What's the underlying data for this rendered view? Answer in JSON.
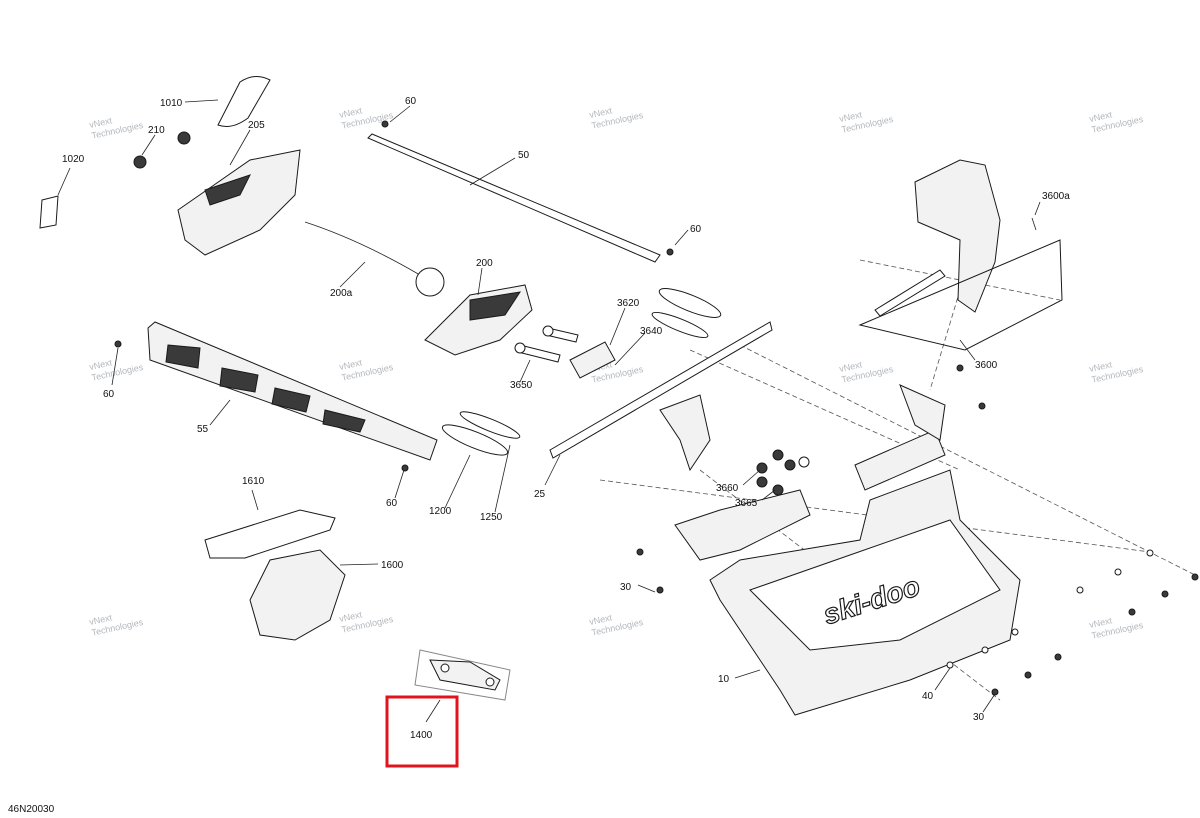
{
  "diagram_code": "46N20030",
  "watermark_text": [
    "vNext",
    "Technologies"
  ],
  "highlight": {
    "label": "1400",
    "color": "#e0141e"
  },
  "brand_logo": "ski-doo",
  "callouts": {
    "c1010": "1010",
    "c210": "210",
    "c205": "205",
    "c1020": "1020",
    "c60a": "60",
    "c50": "50",
    "c60b": "60",
    "c200": "200",
    "c200a": "200a",
    "c3620": "3620",
    "c3640": "3640",
    "c3650": "3650",
    "c60c": "60",
    "c55": "55",
    "c60d": "60",
    "c1200": "1200",
    "c1250": "1250",
    "c25": "25",
    "c3600a": "3600a",
    "c3600": "3600",
    "c3660": "3660",
    "c3665": "3665",
    "c1610": "1610",
    "c1600": "1600",
    "c30a": "30",
    "c10": "10",
    "c40": "40",
    "c30b": "30",
    "c1400": "1400"
  }
}
